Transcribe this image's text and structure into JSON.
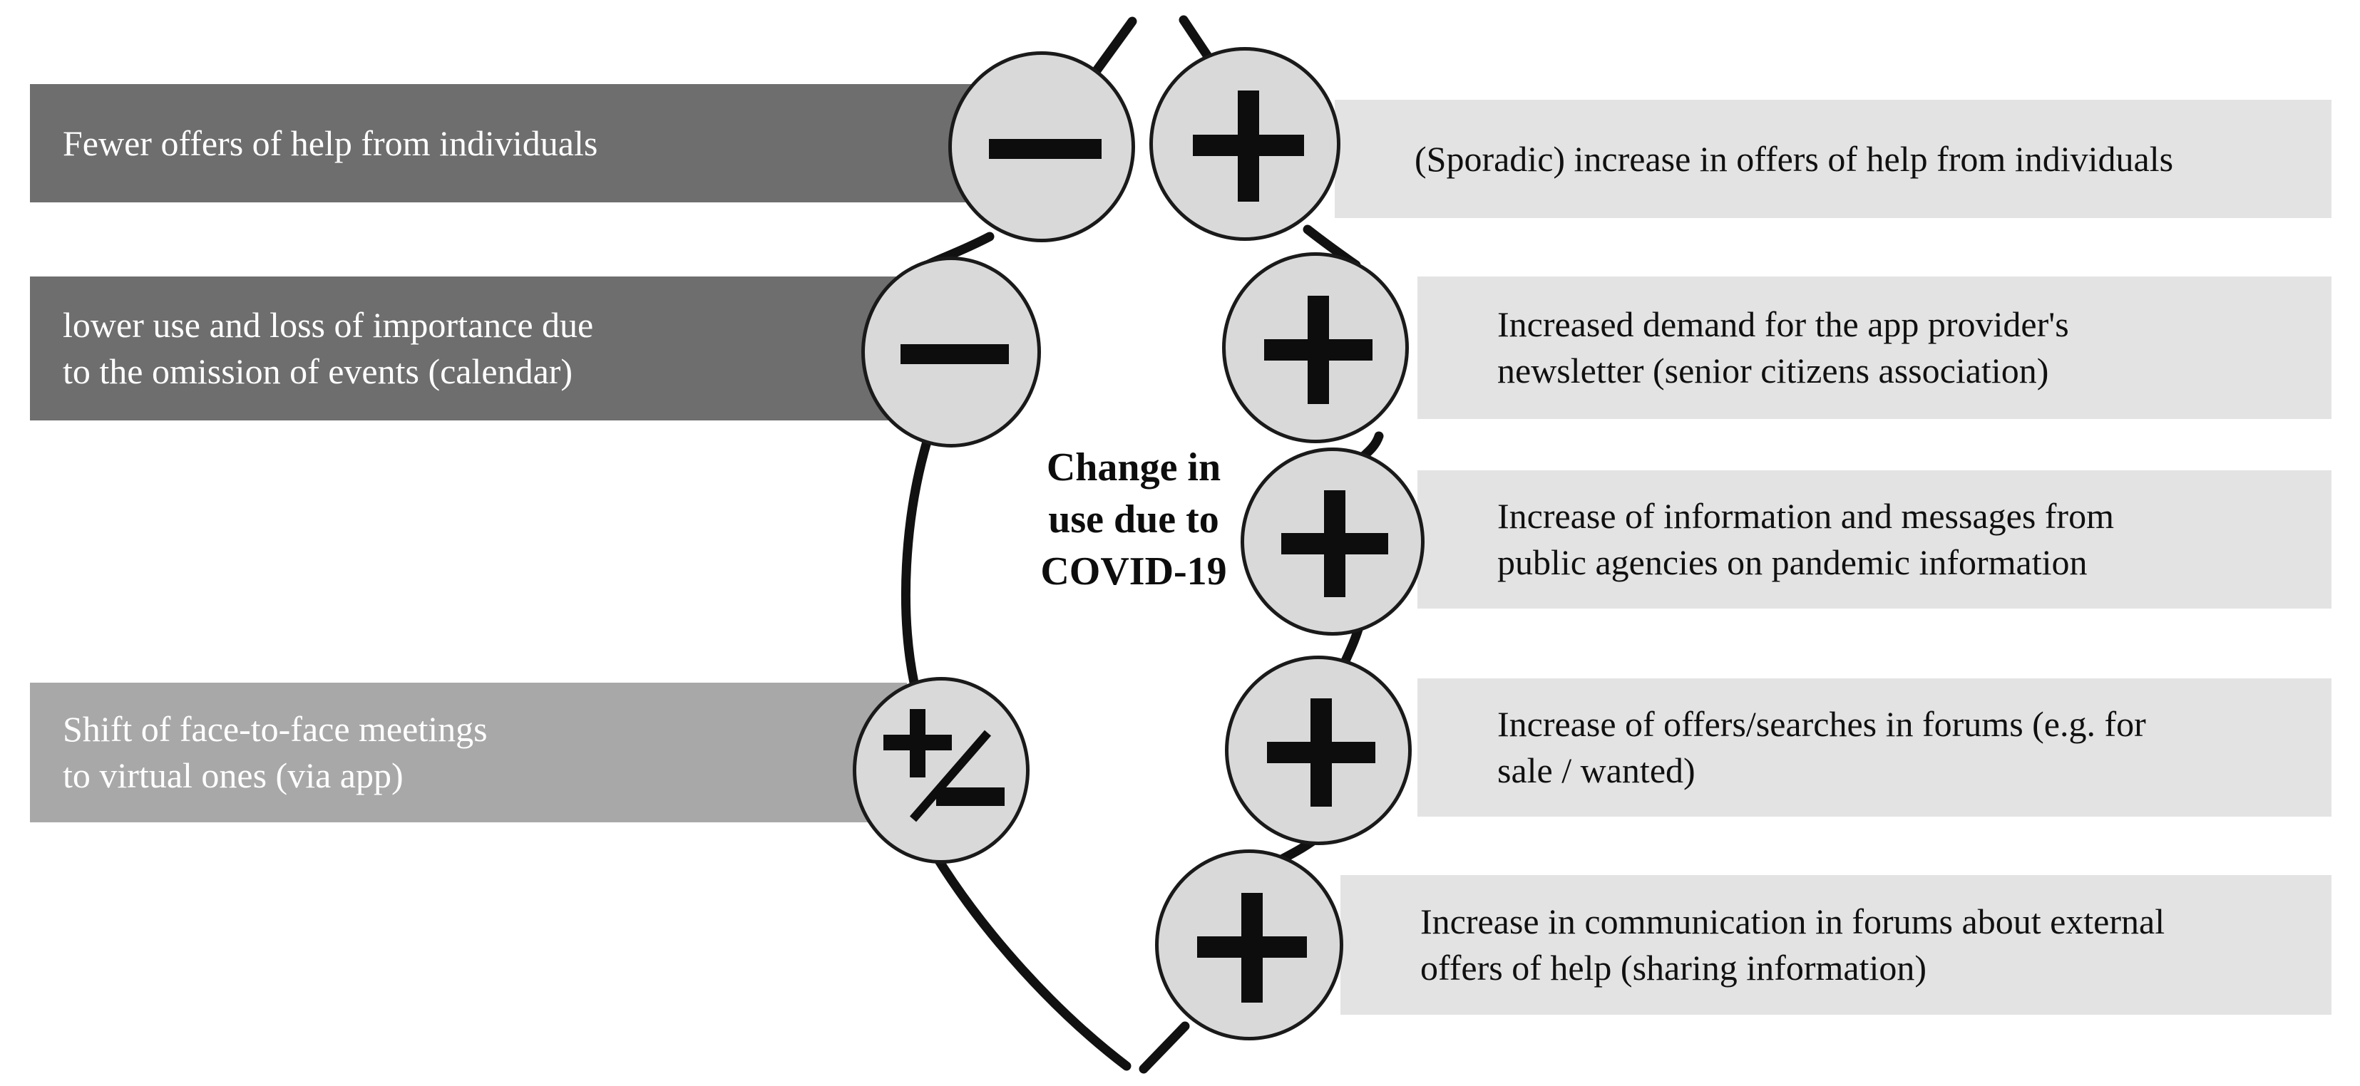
{
  "diagram": {
    "centre_label": "Change in\nuse due to\nCOVID-19",
    "colors": {
      "bar_dark": "#6e6e6e",
      "bar_medium": "#a8a8a8",
      "bar_light": "#e3e3e3",
      "node_fill": "#d9d9d9",
      "node_stroke": "#1a1a1a",
      "background": "#ffffff"
    },
    "negative_side": {
      "items": [
        {
          "sign": "minus",
          "sign_glyph": "−",
          "shade": "dark",
          "text": "Fewer offers of help from individuals"
        },
        {
          "sign": "minus",
          "sign_glyph": "−",
          "shade": "dark",
          "text": "lower use and loss of importance due\nto the omission of events (calendar)"
        },
        {
          "sign": "plus-minus",
          "sign_glyph": "±",
          "shade": "medium",
          "text": "Shift of face-to-face meetings\nto virtual ones (via app)"
        }
      ]
    },
    "positive_side": {
      "items": [
        {
          "sign": "plus",
          "sign_glyph": "+",
          "shade": "light",
          "text": "(Sporadic) increase in offers of help from individuals"
        },
        {
          "sign": "plus",
          "sign_glyph": "+",
          "shade": "light",
          "text": "Increased demand for the app provider's\nnewsletter (senior citizens association)"
        },
        {
          "sign": "plus",
          "sign_glyph": "+",
          "shade": "light",
          "text": "Increase of information and messages from\npublic agencies on pandemic information"
        },
        {
          "sign": "plus",
          "sign_glyph": "+",
          "shade": "light",
          "text": "Increase of offers/searches in forums (e.g. for\nsale / wanted)"
        },
        {
          "sign": "plus",
          "sign_glyph": "+",
          "shade": "light",
          "text": "Increase in communication in forums about external\noffers of help (sharing information)"
        }
      ]
    }
  }
}
